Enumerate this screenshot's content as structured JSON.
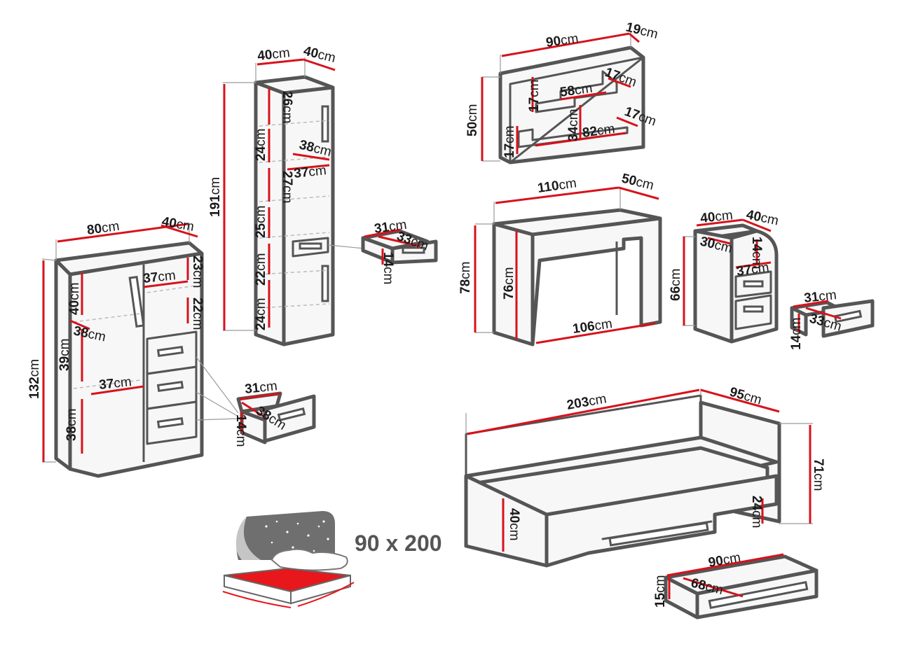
{
  "labels": {
    "wardrobe": {
      "width": "80",
      "depth": "40",
      "height": "132",
      "shelf_h1": "40",
      "shelf_depth": "38",
      "shelf_h2": "39",
      "shelf_w": "37",
      "shelf_h3": "38",
      "top_w": "37",
      "top_h1": "23",
      "top_h2": "22"
    },
    "wardrobe_drawer": {
      "w": "31",
      "d": "38",
      "h": "14"
    },
    "tall_cabinet": {
      "width": "40",
      "depth": "40",
      "height": "191",
      "c1": "26",
      "c2": "24",
      "c3": "27",
      "c4": "25",
      "c5": "22",
      "c6": "24",
      "shelf_d": "38",
      "shelf_w": "37"
    },
    "tall_drawer": {
      "w": "31",
      "d": "33",
      "h": "14"
    },
    "wall_shelf": {
      "width": "90",
      "depth": "19",
      "height": "50",
      "s1": "17",
      "s2": "58",
      "s3": "17",
      "s4": "34",
      "s5": "82",
      "s6": "17",
      "s7": "17"
    },
    "desk": {
      "width": "110",
      "depth": "50",
      "height": "78",
      "inner_h": "76",
      "inner_w": "106"
    },
    "nightstand": {
      "width": "40",
      "depth": "40",
      "height": "66",
      "n1": "30",
      "n2": "14",
      "n3": "37"
    },
    "nightstand_drawer": {
      "w": "31",
      "d": "33",
      "h": "14"
    },
    "bed": {
      "length": "203",
      "width": "95",
      "headboard": "71",
      "clearance": "24",
      "side_h": "40"
    },
    "bed_drawer": {
      "w": "90",
      "d": "68",
      "h": "15"
    },
    "unit": "cm",
    "mattress_size": "90 x 200"
  },
  "colors": {
    "dimension_line": "#d7121b",
    "outline": "#555555",
    "mattress": "#e8171b"
  },
  "icons": [
    "mattress-icon"
  ]
}
